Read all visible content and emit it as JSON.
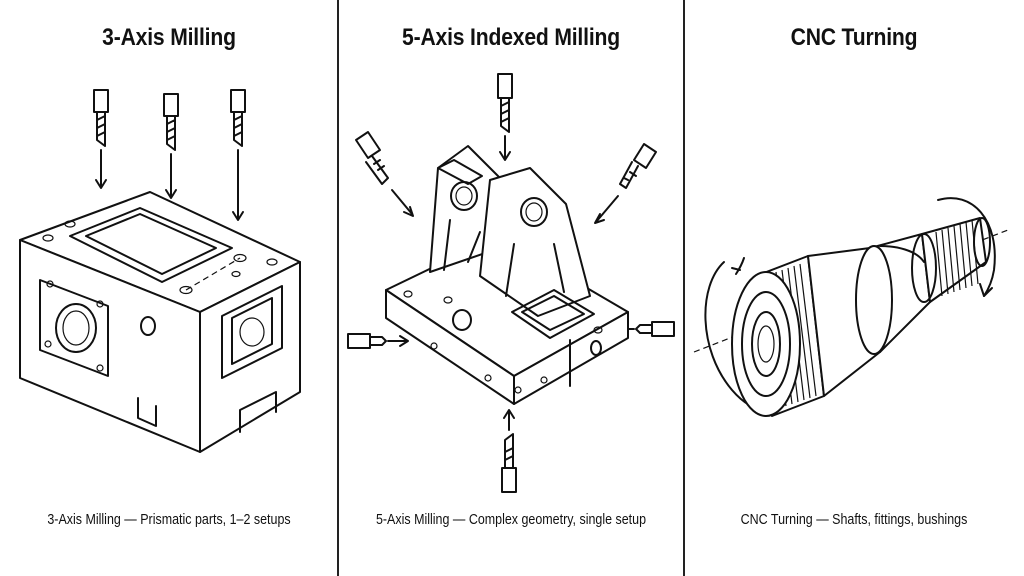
{
  "panels": [
    {
      "title": "3-Axis Milling",
      "caption": "3-Axis Milling — Prismatic parts, 1–2 setups",
      "illustration": "milled-block-icon",
      "tools": [
        "end-mill-icon",
        "end-mill-icon",
        "end-mill-icon"
      ]
    },
    {
      "title": "5-Axis Indexed Milling",
      "caption": "5-Axis Milling — Complex geometry, single setup",
      "illustration": "bracket-part-icon",
      "tools": [
        "end-mill-icon",
        "end-mill-icon",
        "end-mill-icon",
        "end-mill-icon",
        "end-mill-icon",
        "end-mill-icon"
      ]
    },
    {
      "title": "CNC Turning",
      "caption": "CNC Turning — Shafts, fittings, bushings",
      "illustration": "turned-shaft-icon",
      "tools": [
        "rotation-arrow-icon",
        "rotation-arrow-icon"
      ]
    }
  ],
  "colors": {
    "line": "#111111",
    "background": "#ffffff"
  }
}
